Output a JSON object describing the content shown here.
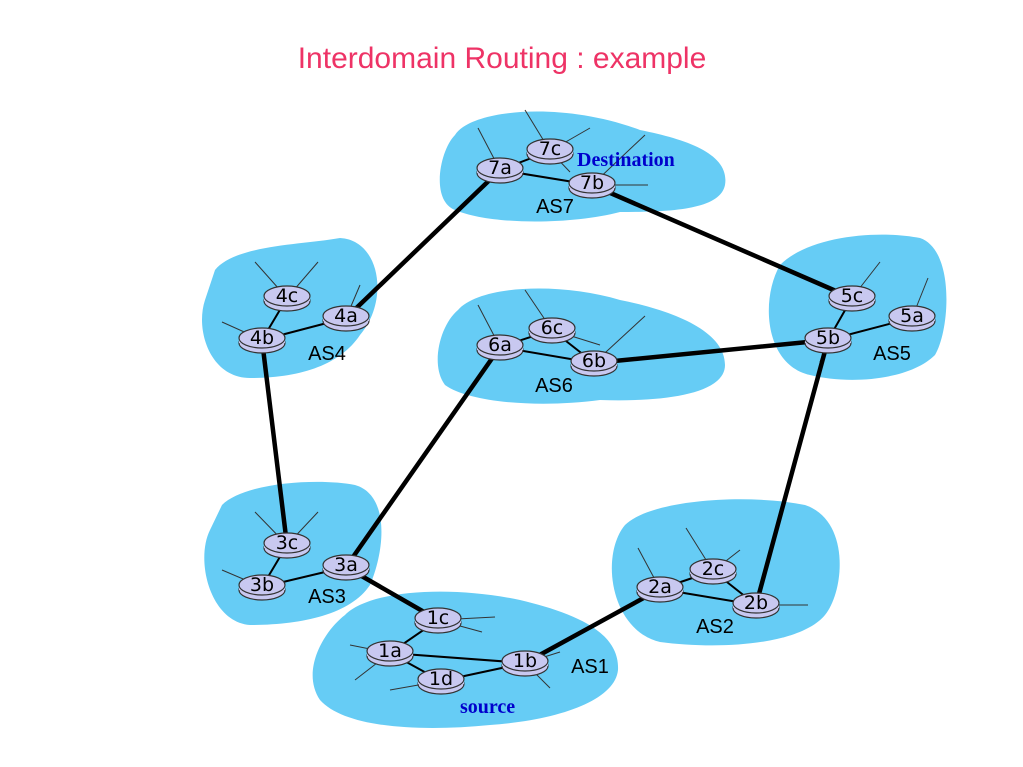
{
  "title": "Interdomain Routing : example",
  "colors": {
    "title": "#ee3366",
    "cloud": "#66ccf5",
    "router_fill": "#c8c8f0",
    "router_stroke": "#333333",
    "link": "#000000",
    "annotation": "#0000cc"
  },
  "annotations": {
    "destination": "Destination",
    "source": "source"
  },
  "autonomous_systems": [
    {
      "id": "as7",
      "label": "AS7",
      "routers": [
        "7a",
        "7b",
        "7c"
      ]
    },
    {
      "id": "as4",
      "label": "AS4",
      "routers": [
        "4a",
        "4b",
        "4c"
      ]
    },
    {
      "id": "as6",
      "label": "AS6",
      "routers": [
        "6a",
        "6b",
        "6c"
      ]
    },
    {
      "id": "as5",
      "label": "AS5",
      "routers": [
        "5a",
        "5b",
        "5c"
      ]
    },
    {
      "id": "as3",
      "label": "AS3",
      "routers": [
        "3a",
        "3b",
        "3c"
      ]
    },
    {
      "id": "as2",
      "label": "AS2",
      "routers": [
        "2a",
        "2b",
        "2c"
      ]
    },
    {
      "id": "as1",
      "label": "AS1",
      "routers": [
        "1a",
        "1b",
        "1c",
        "1d"
      ]
    }
  ],
  "intra_links": [
    [
      "7a",
      "7c"
    ],
    [
      "7a",
      "7b"
    ],
    [
      "4b",
      "4c"
    ],
    [
      "4b",
      "4a"
    ],
    [
      "6a",
      "6c"
    ],
    [
      "6c",
      "6b"
    ],
    [
      "6a",
      "6b"
    ],
    [
      "5b",
      "5c"
    ],
    [
      "5b",
      "5a"
    ],
    [
      "3b",
      "3c"
    ],
    [
      "3b",
      "3a"
    ],
    [
      "2a",
      "2c"
    ],
    [
      "2c",
      "2b"
    ],
    [
      "2a",
      "2b"
    ],
    [
      "1a",
      "1c"
    ],
    [
      "1a",
      "1d"
    ],
    [
      "1a",
      "1b"
    ],
    [
      "1d",
      "1b"
    ]
  ],
  "inter_links": [
    [
      "4a",
      "7a"
    ],
    [
      "7b",
      "5c"
    ],
    [
      "6b",
      "5b"
    ],
    [
      "5b",
      "2b"
    ],
    [
      "2a",
      "1b"
    ],
    [
      "3a",
      "1c"
    ],
    [
      "3a",
      "6a"
    ],
    [
      "4b",
      "3c"
    ]
  ]
}
